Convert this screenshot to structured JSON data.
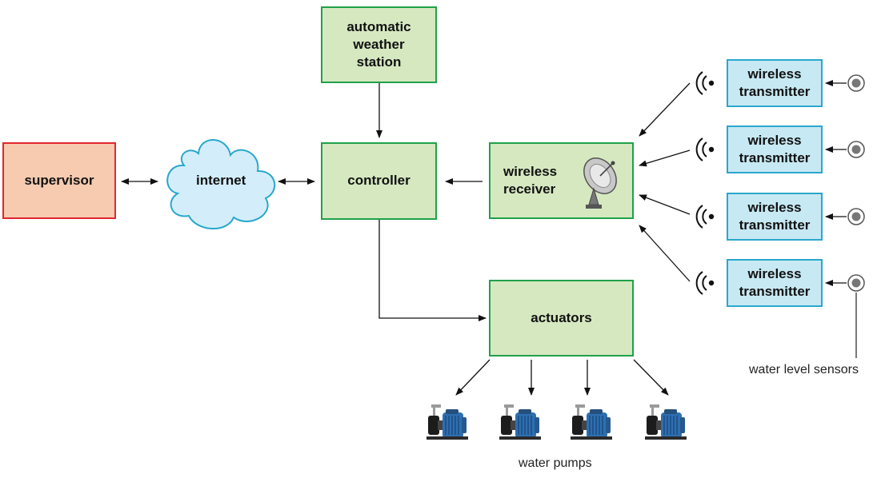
{
  "nodes": {
    "weather_station": "automatic\nweather\nstation",
    "supervisor": "supervisor",
    "internet": "internet",
    "controller": "controller",
    "receiver": "wireless\nreceiver",
    "actuators": "actuators",
    "transmitters": [
      "wireless\ntransmitter",
      "wireless\ntransmitter",
      "wireless\ntransmitter",
      "wireless\ntransmitter"
    ]
  },
  "labels": {
    "pumps": "water pumps",
    "sensors": "water level sensors"
  },
  "colors": {
    "green_fill": "#d6e8c0",
    "green_border": "#1fa14a",
    "red_fill": "#f6cbb0",
    "red_border": "#e3262f",
    "blue_fill": "#c7e9f4",
    "blue_border": "#2aa7cc",
    "cloud_fill": "#d3eefa",
    "cloud_border": "#2aa7cc",
    "pump_body": "#2f6fb0"
  },
  "icons": {
    "receiver": "satellite-dish-icon",
    "transmitter": "wireless-signal-icon",
    "sensor": "sensor-icon",
    "pump": "water-pump-icon"
  }
}
